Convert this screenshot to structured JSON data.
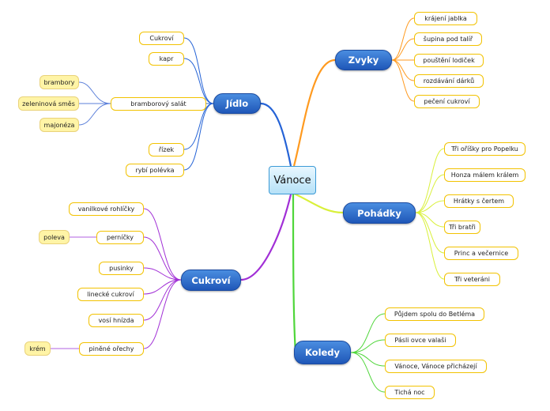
{
  "mindmap": {
    "root": "Vánoce",
    "branches": {
      "zvyky": {
        "label": "Zvyky",
        "items": [
          "krájení jablka",
          "šupina pod talíř",
          "pouštění lodiček",
          "rozdávání dárků",
          "pečení cukroví"
        ]
      },
      "pohadky": {
        "label": "Pohádky",
        "items": [
          "Tři oříšky pro Popelku",
          "Honza málem králem",
          "Hrátky s čertem",
          "Tři bratři",
          "Princ a večernice",
          "Tři veteráni"
        ]
      },
      "koledy": {
        "label": "Koledy",
        "items": [
          "Půjdem spolu do Betléma",
          "Pásli ovce valaši",
          "Vánoce, Vánoce přicházejí",
          "Tichá noc"
        ]
      },
      "jidlo": {
        "label": "Jídlo",
        "items": [
          "Cukroví",
          "kapr",
          "bramborový salát",
          "řízek",
          "rybí polévka"
        ],
        "salat_items": [
          "brambory",
          "zeleninová směs",
          "majonéza"
        ]
      },
      "cukrovi": {
        "label": "Cukroví",
        "items": [
          "vanilkové rohlíčky",
          "perníčky",
          "pusinky",
          "linecké cukroví",
          "vosí hnízda",
          "piněné ořechy"
        ],
        "pernicky_items": [
          "poleva"
        ],
        "orechy_items": [
          "krém"
        ]
      }
    },
    "colors": {
      "zvyky": "#ff9a1f",
      "pohadky": "#d9f03a",
      "koledy": "#4fd63a",
      "jidlo": "#2563d6",
      "cukrovi": "#a12fd6",
      "sub_jidlo": "#5b7fd9",
      "sub_cukrovi": "#b060e0"
    }
  }
}
